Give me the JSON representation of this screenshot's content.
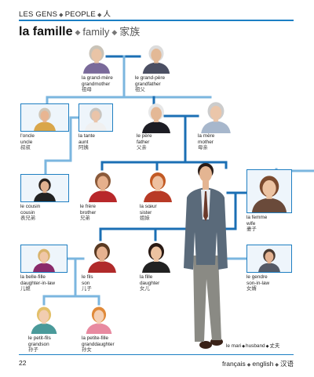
{
  "header": {
    "section_fr": "LES GENS",
    "section_en": "PEOPLE",
    "section_zh": "人",
    "title_fr": "la famille",
    "title_en": "family",
    "title_zh": "家族"
  },
  "people": [
    {
      "id": "grandmother",
      "fr": "la grand-mère",
      "en": "grandmother",
      "zh": "祖母",
      "skin": "#e9c4a6",
      "hair": "#c9c3b8",
      "shirt": "#7a6a9a"
    },
    {
      "id": "grandfather",
      "fr": "le grand-père",
      "en": "grandfather",
      "zh": "祖父",
      "skin": "#e3b996",
      "hair": "#dcdcdc",
      "shirt": "#4b4f63"
    },
    {
      "id": "uncle",
      "fr": "l'oncle",
      "en": "uncle",
      "zh": "叔叔",
      "skin": "#e8b592",
      "hair": "#cfc6b8",
      "shirt": "#d9a64a"
    },
    {
      "id": "aunt",
      "fr": "la tante",
      "en": "aunt",
      "zh": "阿姨",
      "skin": "#eac4a9",
      "hair": "#c8c5c0",
      "shirt": "#f0f0f0"
    },
    {
      "id": "father",
      "fr": "le père",
      "en": "father",
      "zh": "父亲",
      "skin": "#e4b896",
      "hair": "#e7e7e7",
      "shirt": "#1d1d24"
    },
    {
      "id": "mother",
      "fr": "la mère",
      "en": "mother",
      "zh": "母亲",
      "skin": "#ebc6aa",
      "hair": "#cccccc",
      "shirt": "#a7b7cc"
    },
    {
      "id": "cousin",
      "fr": "le cousin",
      "en": "cousin",
      "zh": "表兄弟",
      "skin": "#e2b18f",
      "hair": "#2a211c",
      "shirt": "#222222"
    },
    {
      "id": "brother",
      "fr": "le frère",
      "en": "brother",
      "zh": "兄弟",
      "skin": "#e6b08c",
      "hair": "#8b5a3a",
      "shirt": "#b8282a"
    },
    {
      "id": "sister",
      "fr": "la sœur",
      "en": "sister",
      "zh": "姐妹",
      "skin": "#eec0a0",
      "hair": "#c25a24",
      "shirt": "#b83a26"
    },
    {
      "id": "wife",
      "fr": "la femme",
      "en": "wife",
      "zh": "妻子",
      "skin": "#ecc3a2",
      "hair": "#7b4a2e",
      "shirt": "#6a4a3a"
    },
    {
      "id": "daughter_in_law",
      "fr": "la belle-fille",
      "en": "daughter-in-law",
      "zh": "儿媳",
      "skin": "#f0c7a7",
      "hair": "#d8b26a",
      "shirt": "#8a2a6a"
    },
    {
      "id": "son",
      "fr": "le fils",
      "en": "son",
      "zh": "儿子",
      "skin": "#e6b290",
      "hair": "#5a3a22",
      "shirt": "#b02a2a"
    },
    {
      "id": "daughter",
      "fr": "la fille",
      "en": "daughter",
      "zh": "女儿",
      "skin": "#ecc2a0",
      "hair": "#2a1a14",
      "shirt": "#222222"
    },
    {
      "id": "son_in_law",
      "fr": "le gendre",
      "en": "son-in-law",
      "zh": "女婿",
      "skin": "#e4b392",
      "hair": "#4a3a30",
      "shirt": "#555a66"
    },
    {
      "id": "grandson",
      "fr": "le petit-fils",
      "en": "grandson",
      "zh": "孙子",
      "skin": "#f2cdb0",
      "hair": "#e3c06a",
      "shirt": "#4a9a9a"
    },
    {
      "id": "granddaughter",
      "fr": "la petite-fille",
      "en": "granddaughter",
      "zh": "孙女",
      "skin": "#f4cfb4",
      "hair": "#e08a3a",
      "shirt": "#e88aa0"
    }
  ],
  "husband": {
    "fr": "le mari",
    "en": "husband",
    "zh": "丈夫",
    "skin": "#e4b592",
    "hair": "#2a1c16",
    "jacket": "#5a6a7a",
    "trousers": "#8a8a84"
  },
  "footer": {
    "page_number": "22",
    "lang_fr": "français",
    "lang_en": "english",
    "lang_zh": "汉语"
  },
  "colors": {
    "accent": "#1b7fc4",
    "line_dark": "#1b6fb4",
    "line_light": "#7bb6df"
  }
}
